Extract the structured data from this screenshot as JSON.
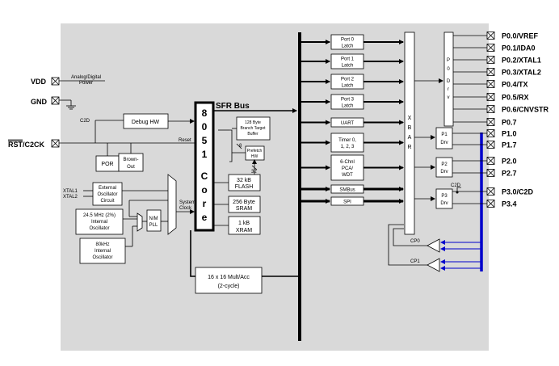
{
  "left_pins": {
    "vdd": "VDD",
    "gnd": "GND",
    "rst": "RST/C2CK",
    "rst_overline_part": "RST",
    "rst_rest": "/C2CK",
    "analog_digital": "Analog/Digital",
    "power": "Power",
    "c2d": "C2D",
    "reset": "Reset",
    "xtal1": "XTAL1",
    "xtal2": "XTAL2"
  },
  "blocks": {
    "debug_hw": "Debug HW",
    "por": "POR",
    "brown_out": [
      "Brown-",
      "Out"
    ],
    "ext_osc": [
      "External",
      "Oscillator",
      "Circuit"
    ],
    "int_osc": [
      "24.5 MHz (2%)",
      "Internal",
      "Oscillator"
    ],
    "lf_osc": [
      "80kHz",
      "Internal",
      "Oscillator"
    ],
    "nm_pll": [
      "N/M",
      "PLL"
    ],
    "system_clock": [
      "System",
      "Clock"
    ],
    "core_letters": [
      "8",
      "0",
      "5",
      "1",
      "C",
      "o",
      "r",
      "e"
    ],
    "sfr_bus": "SFR Bus",
    "branch_buffer": [
      "128 Byte",
      "Branch Target",
      "Buffer"
    ],
    "prefetch": [
      "Prefetch",
      "HW"
    ],
    "flash": [
      "32 kB",
      "FLASH"
    ],
    "sram": [
      "256 Byte",
      "SRAM"
    ],
    "xram": [
      "1 kB",
      "XRAM"
    ],
    "mult": [
      "16 x 16 Mult/Acc",
      "(2-cycle)"
    ],
    "bus_width_8": "8",
    "bus_width_32": "32"
  },
  "peripherals": [
    [
      "Port 0",
      "Latch"
    ],
    [
      "Port 1",
      "Latch"
    ],
    [
      "Port 2",
      "Latch"
    ],
    [
      "Port 3",
      "Latch"
    ],
    [
      "UART"
    ],
    [
      "Timer 0,",
      "1, 2, 3"
    ],
    [
      "6-Chnl",
      "PCA/",
      "WDT"
    ],
    [
      "SMBus"
    ],
    [
      "SPI"
    ]
  ],
  "xbar_letters": [
    "X",
    "B",
    "A",
    "R"
  ],
  "p0_drv_letters": [
    "P",
    "0",
    "D",
    "r",
    "v"
  ],
  "drivers": [
    [
      "P1",
      "Drv"
    ],
    [
      "P2",
      "Drv"
    ],
    [
      "P3",
      "Drv"
    ]
  ],
  "c2d_small": "C2D",
  "comparators": [
    "CP0",
    "CP1"
  ],
  "right_pins": [
    "P0.0/VREF",
    "P0.1/IDA0",
    "P0.2/XTAL1",
    "P0.3/XTAL2",
    "P0.4/TX",
    "P0.5/RX",
    "P0.6/CNVSTR",
    "P0.7",
    "P1.0",
    "P1.7",
    "P2.0",
    "P2.7",
    "P3.0/C2D",
    "P3.4"
  ],
  "colors": {
    "panel": "#d9d9d9",
    "analog_bus": "#0000cc",
    "line": "#000000"
  }
}
